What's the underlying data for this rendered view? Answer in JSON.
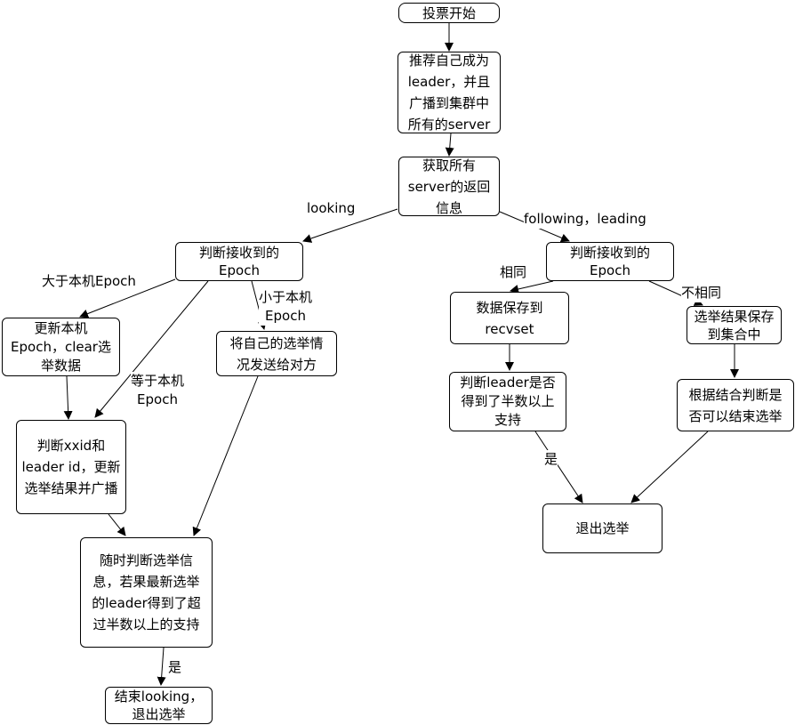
{
  "nodes": {
    "start": "投票开始",
    "propose": "推荐自己成为\nleader，并且\n广播到集群中\n所有的server",
    "fetch": "获取所有\nserver的返回\n信息",
    "judge_left": "判断接收到的\nEpoch",
    "judge_right": "判断接收到的\nEpoch",
    "update_epoch": "更新本机\nEpoch，clear选\n举数据",
    "send_self": "将自己的选举情\n况发送给对方",
    "judge_xxid": "判断xxid和\nleader id，更新\n选举结果并广播",
    "anytime": "随时判断选举信\n息，若果最新选举\n的leader得到了超\n过半数以上的支持",
    "end_looking": "结束looking，\n退出选举",
    "save_recv": "数据保存到\nrecvset",
    "judge_leader": "判断leader是否\n得到了半数以上\n支持",
    "save_set": "选举结果保存\n到集合中",
    "judge_combine": "根据结合判断是\n否可以结束选举",
    "exit": "退出选举"
  },
  "edge_labels": {
    "looking": "looking",
    "following": "following，leading",
    "greater": "大于本机Epoch",
    "equal": "等于本机\nEpoch",
    "less": "小于本机\nEpoch",
    "same": "相同",
    "different": "不相同",
    "yes_right": "是",
    "yes_left": "是"
  }
}
